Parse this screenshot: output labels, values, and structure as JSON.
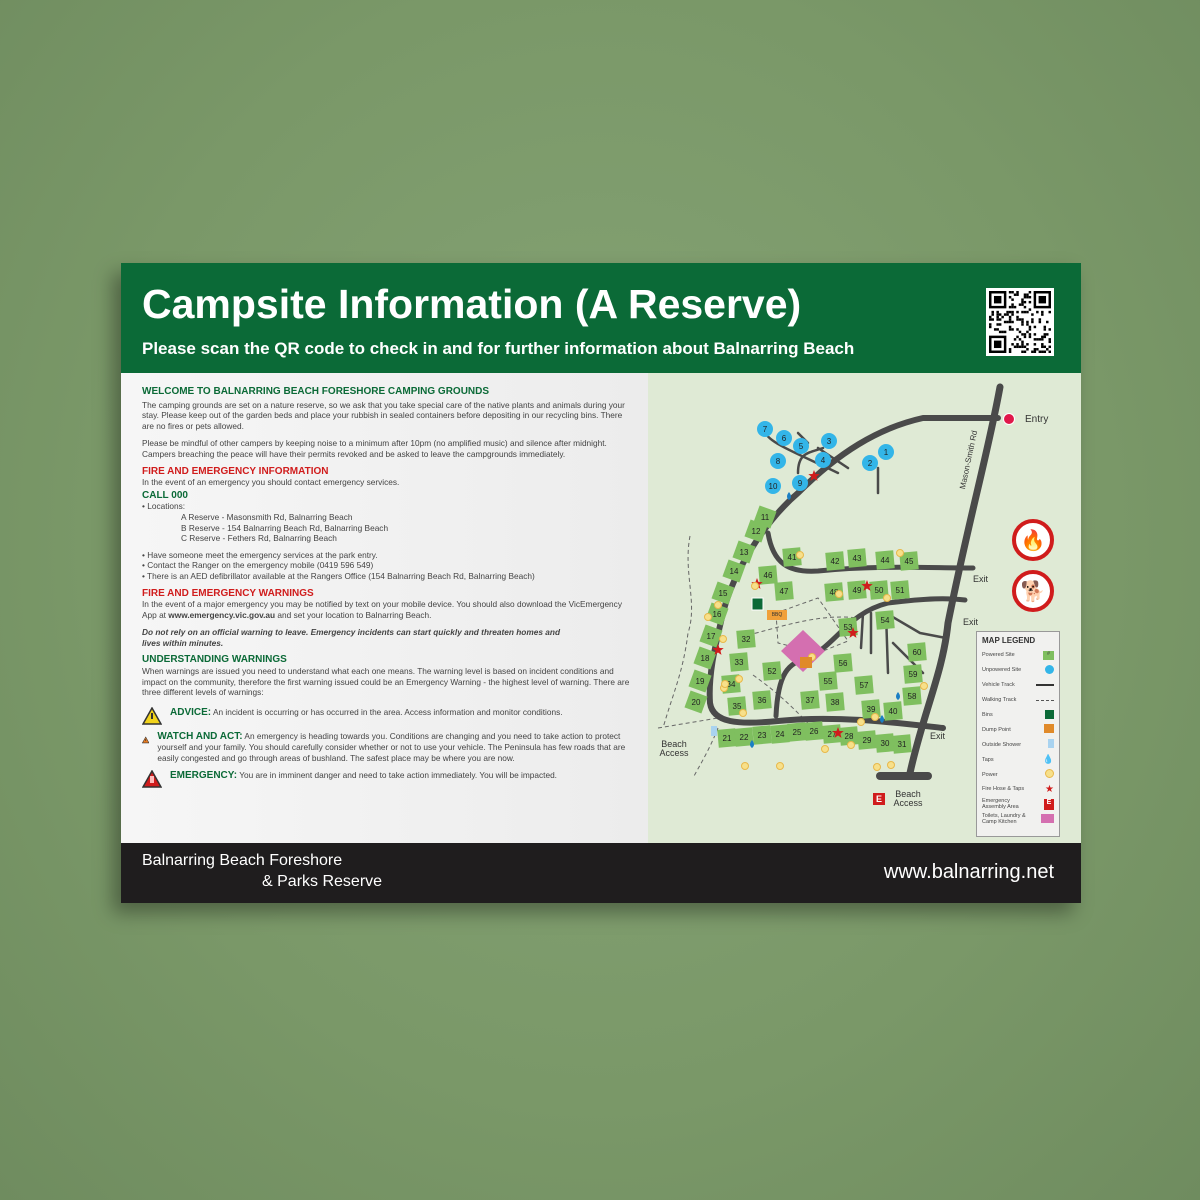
{
  "header": {
    "title": "Campsite Information (A Reserve)",
    "subtitle": "Please scan the QR code to check in and for further information about Balnarring Beach"
  },
  "welcome": {
    "heading": "WELCOME TO BALNARRING BEACH FORESHORE CAMPING GROUNDS",
    "p1": "The camping grounds are set on a nature reserve, so we ask that you take special care of the native plants and animals during your stay. Please keep out of the garden beds and place your rubbish in sealed containers before depositing in our recycling bins. There are no fires or pets allowed.",
    "p2": "Please be mindful of other campers by keeping noise to a minimum after 10pm (no amplified music) and silence after midnight. Campers breaching the peace will have their permits revoked and be asked to leave the campgrounds immediately."
  },
  "fire_info": {
    "heading": "FIRE AND EMERGENCY INFORMATION",
    "intro": "In the event of an emergency you should contact emergency services.",
    "call": "CALL 000",
    "locations_label": "• Locations:",
    "locations": [
      "A Reserve - Masonsmith Rd, Balnarring Beach",
      "B Reserve - 154 Balnarring Beach Rd, Balnarring Beach",
      "C Reserve - Fethers Rd, Balnarring Beach"
    ],
    "bullets": [
      "• Have someone meet the emergency services at the park entry.",
      "• Contact the Ranger on the emergency mobile (0419 596 549)",
      "• There is an AED defibrillator available at the Rangers Office (154 Balnarring Beach Rd, Balnarring Beach)"
    ]
  },
  "fire_warnings": {
    "heading": "FIRE AND EMERGENCY WARNINGS",
    "p1_a": "In the event of a major emergency you may be notified by text on your mobile device. You should also download the VicEmergency App at ",
    "p1_link": "www.emergency.vic.gov.au",
    "p1_b": " and set your location to Balnarring Beach.",
    "p2": "Do not rely on an official warning to leave. Emergency incidents can start quickly and threaten homes and lives within minutes."
  },
  "understanding": {
    "heading": "UNDERSTANDING WARNINGS",
    "intro": "When warnings are issued you need to understand what each one means. The warning level is based on incident conditions and impact on the community, therefore the first warning issued could be an Emergency Warning - the highest level of warning. There are three different levels of warnings:",
    "levels": [
      {
        "label": "ADVICE:",
        "text": " An incident is occurring or has occurred in the area. Access information and monitor conditions.",
        "color": "#f2d31b"
      },
      {
        "label": "WATCH AND ACT:",
        "text": " An emergency is heading towards you. Conditions are changing and you need to take action to protect yourself and your family. You should carefully consider whether or not to use your vehicle. The Peninsula has few roads that are easily congested and go through areas of bushland. The safest place may be where you are now.",
        "color": "#ee7d1f"
      },
      {
        "label": "EMERGENCY:",
        "text": " You are in imminent danger and need to take action immediately. You will be impacted.",
        "color": "#d01c1c"
      }
    ]
  },
  "map": {
    "entry": "Entry",
    "road": "Mason-Smith Rd",
    "exit": "Exit",
    "beach_access": "Beach Access",
    "bbq": "BBQ",
    "emergency_letter": "E",
    "unpowered_sites": [
      "1",
      "2",
      "3",
      "4",
      "5",
      "6",
      "7",
      "8",
      "9",
      "10"
    ],
    "powered_sites": [
      "11",
      "12",
      "13",
      "14",
      "15",
      "16",
      "17",
      "18",
      "19",
      "20",
      "21",
      "22",
      "23",
      "24",
      "25",
      "26",
      "27",
      "28",
      "29",
      "30",
      "31",
      "32",
      "33",
      "34",
      "35",
      "36",
      "37",
      "38",
      "39",
      "40",
      "41",
      "42",
      "43",
      "44",
      "45",
      "46",
      "47",
      "48",
      "49",
      "50",
      "51",
      "52",
      "53",
      "54",
      "55",
      "56",
      "57",
      "58",
      "59",
      "60"
    ],
    "colors": {
      "powered": "#7fbf5f",
      "unpowered": "#33b5e8",
      "road": "#4a4a4a",
      "toilets": "#d46fb0",
      "fire_hose": "#d01c1c",
      "power": "#f7e08a"
    }
  },
  "legend": {
    "title": "MAP LEGEND",
    "items": [
      "Powered Site",
      "Unpowered Site",
      "Vehicle Track",
      "Walking Track",
      "Bins",
      "Dump Point",
      "Outside Shower",
      "Taps",
      "Power",
      "Fire Hose & Taps",
      "Emergency Assembly Area",
      "Toilets, Laundry & Camp Kitchen"
    ],
    "site_symbol": "#"
  },
  "footer": {
    "org_line1": "Balnarring Beach Foreshore",
    "org_line2": "& Parks Reserve",
    "url": "www.balnarring.net"
  }
}
